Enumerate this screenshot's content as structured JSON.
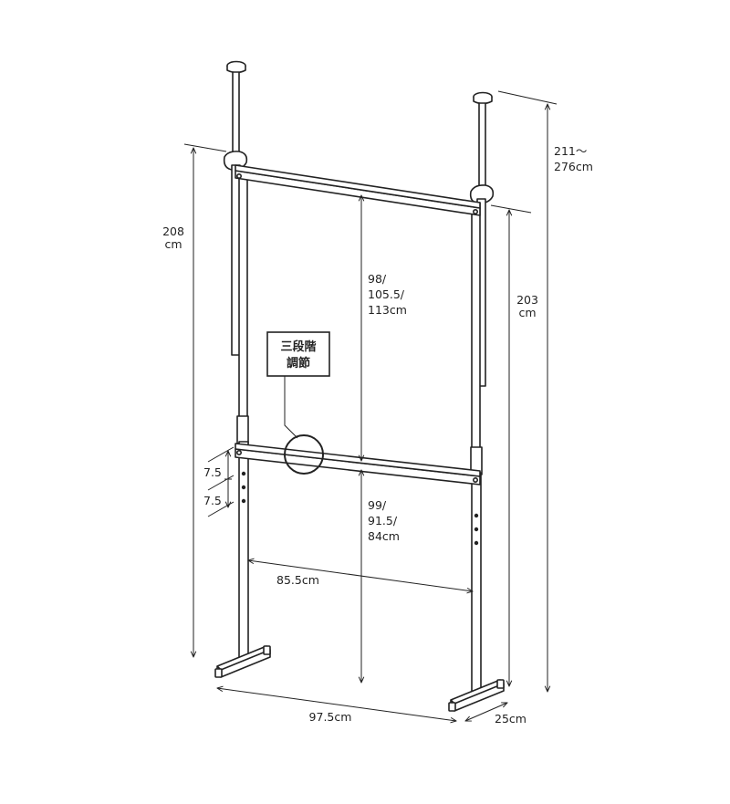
{
  "labels": {
    "total_height": [
      "211～",
      "276cm"
    ],
    "left_height": [
      "208",
      "cm"
    ],
    "right_height": [
      "203",
      "cm"
    ],
    "upper_gap": [
      "98/",
      "105.5/",
      "113cm"
    ],
    "lower_gap": [
      "99/",
      "91.5/",
      "84cm"
    ],
    "step_upper": "7.5",
    "step_lower": "7.5",
    "inner_width": "85.5cm",
    "total_width": "97.5cm",
    "depth": "25cm",
    "callout": [
      "三段階",
      "調節"
    ]
  },
  "colors": {
    "line": "#222222",
    "background": "#ffffff"
  }
}
